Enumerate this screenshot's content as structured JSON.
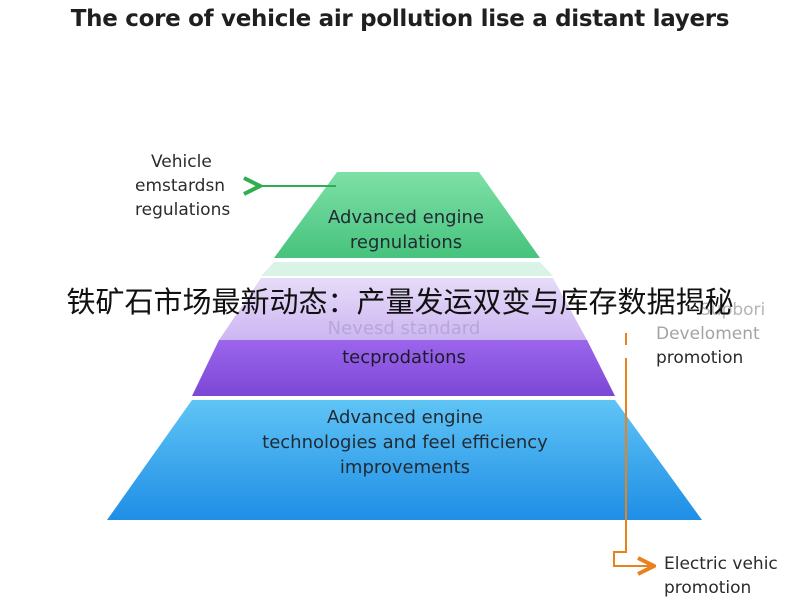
{
  "title": "The core of vehicle air pollution lise a distant layers",
  "overlay_caption": "铁矿石市场最新动态：产量发运双变与库存数据揭秘",
  "layers": [
    {
      "lines": [
        "Advanced engine",
        "regnulations"
      ],
      "color": "#5fd08d"
    },
    {
      "lines": [
        "Nevesd standard",
        "tecprodations"
      ],
      "color": "#8c57e2"
    },
    {
      "lines": [
        "Advanced engine",
        "technologies and feel efficiency",
        "improvements"
      ],
      "color": "#35a6ef"
    }
  ],
  "left_annotation": {
    "lines": [
      "Vehicle",
      "emstardsn",
      "regulations"
    ],
    "arrow_color": "#2eae4f"
  },
  "right_annotations": {
    "top": {
      "lines": [
        "Supbori",
        "Develoment",
        "promotion"
      ]
    },
    "bottom": {
      "lines": [
        "Electric vehic",
        "promotion"
      ]
    },
    "arrow_color": "#e8821c"
  }
}
